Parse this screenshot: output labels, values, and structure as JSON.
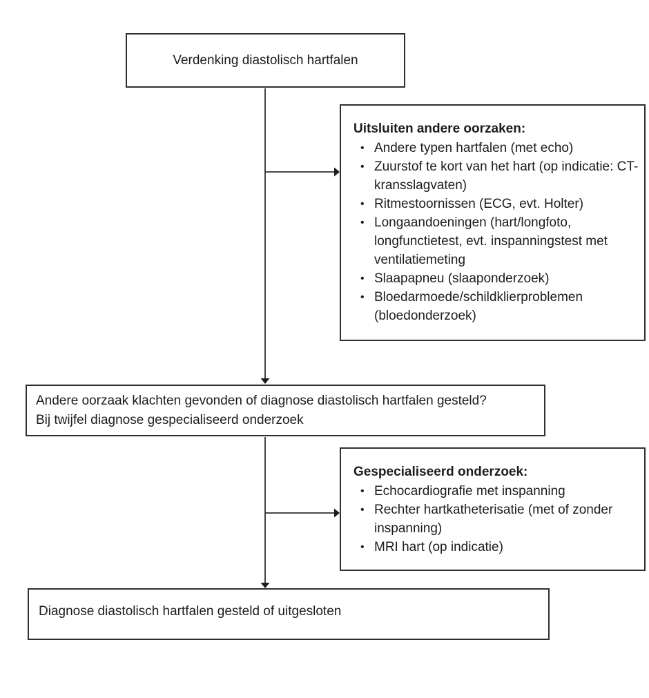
{
  "flowchart": {
    "top_box": {
      "label": "Verdenking diastolisch hartfalen"
    },
    "exclusion_box": {
      "title": "Uitsluiten andere oorzaken:",
      "bullet": "•",
      "items": [
        "Andere typen hartfalen (met echo)",
        "Zuurstof te kort van het hart (op indicatie: CT-kransslagvaten)",
        "Ritmestoornissen (ECG, evt. Holter)",
        "Longaandoeningen (hart/longfoto, longfunctietest, evt. inspanningstest met ventilatiemeting",
        "Slaapapneu (slaaponderzoek)",
        "Bloedarmoede/schildklierproblemen (bloedonderzoek)"
      ]
    },
    "question_box": {
      "line1": "Andere oorzaak klachten gevonden of diagnose diastolisch hartfalen gesteld?",
      "line2": "Bij twijfel diagnose gespecialiseerd onderzoek"
    },
    "specialized_box": {
      "title": "Gespecialiseerd onderzoek:",
      "bullet": "•",
      "items": [
        "Echocardiografie met inspanning",
        "Rechter hartkatheterisatie (met of zonder inspanning)",
        "MRI hart (op indicatie)"
      ]
    },
    "final_box": {
      "label": "Diagnose diastolisch hartfalen gesteld of uitgesloten"
    },
    "colors": {
      "background": "#ffffff",
      "border": "#2f2f2f",
      "text": "#1c1c1c",
      "connector": "#2f2f2f"
    }
  }
}
